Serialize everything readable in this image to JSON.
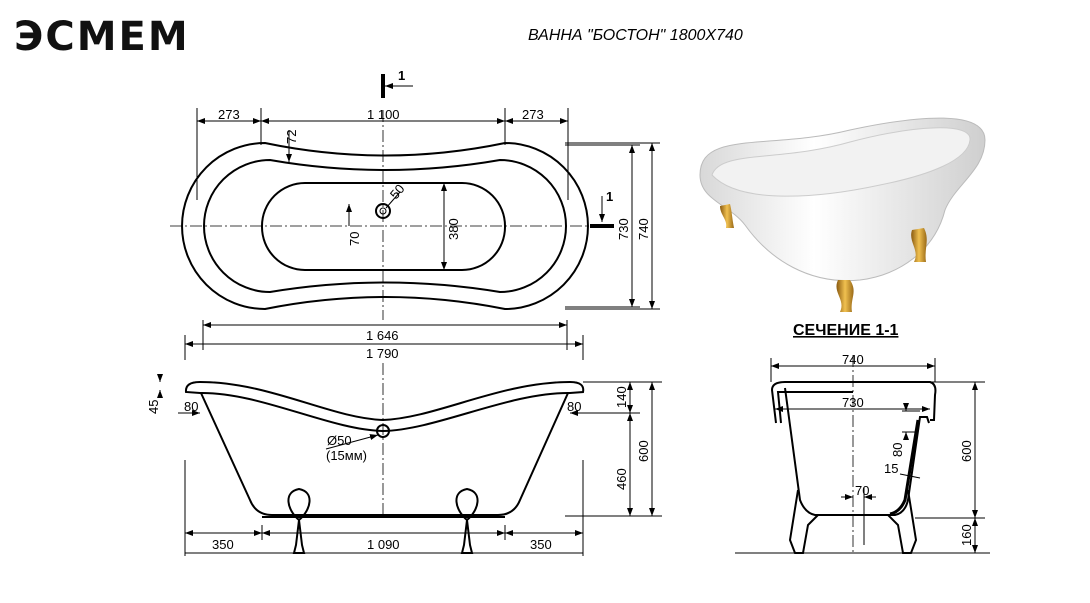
{
  "logo": "ЭCMEM",
  "title": "ВАННА \"БОСТОН\" 1800X740",
  "section_mark": "1",
  "section_title": "СЕЧЕНИЕ 1-1",
  "top_view": {
    "left": "273",
    "middle": "1 100",
    "right": "273",
    "rim": "72",
    "drain": "50",
    "drain_offset": "70",
    "basin_width": "380",
    "inner_width": "730",
    "outer_width": "740",
    "inner_length": "1 646",
    "outer_length": "1 790"
  },
  "side_view": {
    "rim_thickness": "45",
    "left_offset": "80",
    "right_offset": "80",
    "drain_diameter": "Ø50",
    "drain_note": "(15мм)",
    "rim_height": "140",
    "body_height": "460",
    "total_height": "600",
    "left_leg": "350",
    "between_legs": "1 090",
    "right_leg": "350"
  },
  "section_view": {
    "outer_width": "740",
    "inner_width": "730",
    "rim_depth": "80",
    "wall": "15",
    "drain": "70",
    "height": "600",
    "leg_height": "160"
  },
  "colors": {
    "line": "#000000",
    "gold": "#c8902a"
  }
}
